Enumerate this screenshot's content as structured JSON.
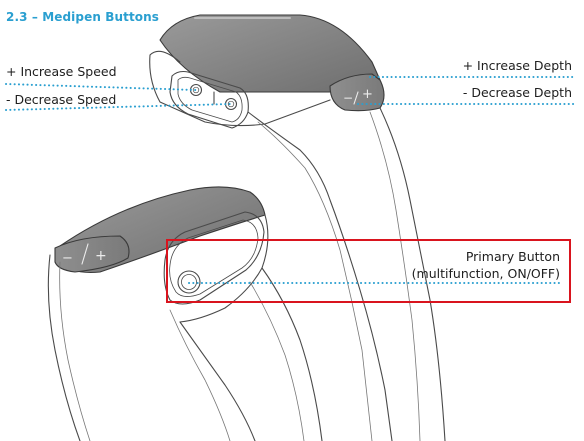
{
  "section": {
    "title": "2.3 – Medipen Buttons"
  },
  "labels": {
    "increase_speed": "+ Increase Speed",
    "decrease_speed": "- Decrease Speed",
    "increase_depth": "+ Increase Depth",
    "decrease_depth": "- Decrease Depth",
    "primary_button_line1": "Primary Button",
    "primary_button_line2": "(multifunction, ON/OFF)"
  },
  "colors": {
    "accent": "#2a9fd0",
    "highlight_box": "#d9141e",
    "leader_dots": "#2a9fd0",
    "device_panel": "#8c8c8c",
    "outline": "#4a4a4a"
  }
}
